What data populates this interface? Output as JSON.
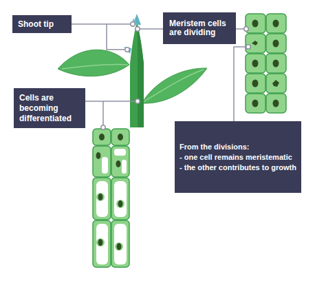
{
  "diagram": {
    "nodes": [
      {
        "text": [
          "Shoot tip"
        ]
      },
      {
        "text": [
          "Meristem cells are dividing"
        ]
      },
      {
        "text": [
          "Cells are becoming differentiated"
        ]
      },
      {
        "text": [
          "From the divisions:",
          "- one cell remains meristematic",
          "- the other contributes to growth"
        ]
      }
    ]
  }
}
